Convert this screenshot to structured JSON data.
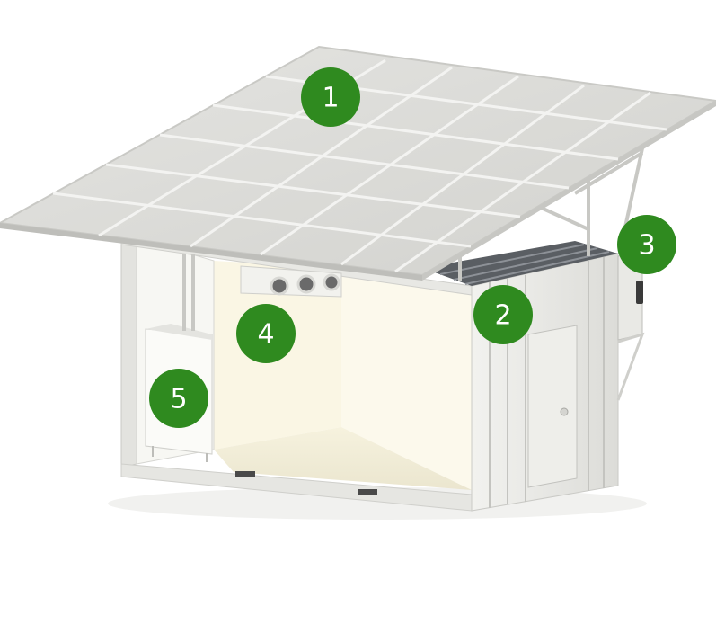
{
  "colors": {
    "marker": "#2f8a1f",
    "marker_text": "#ffffff",
    "panel": "#dcdcd8",
    "panel_line": "#f4f4f2",
    "container": "#ecece8",
    "interior": "#fbf8ea",
    "frame": "#cfcfcc"
  },
  "markers": [
    {
      "id": "1",
      "label": "1",
      "component": "solar-panel-array"
    },
    {
      "id": "2",
      "label": "2",
      "component": "container-side-wall"
    },
    {
      "id": "3",
      "label": "3",
      "component": "condenser-unit"
    },
    {
      "id": "4",
      "label": "4",
      "component": "evaporator-unit"
    },
    {
      "id": "5",
      "label": "5",
      "component": "battery-cabinet"
    }
  ]
}
